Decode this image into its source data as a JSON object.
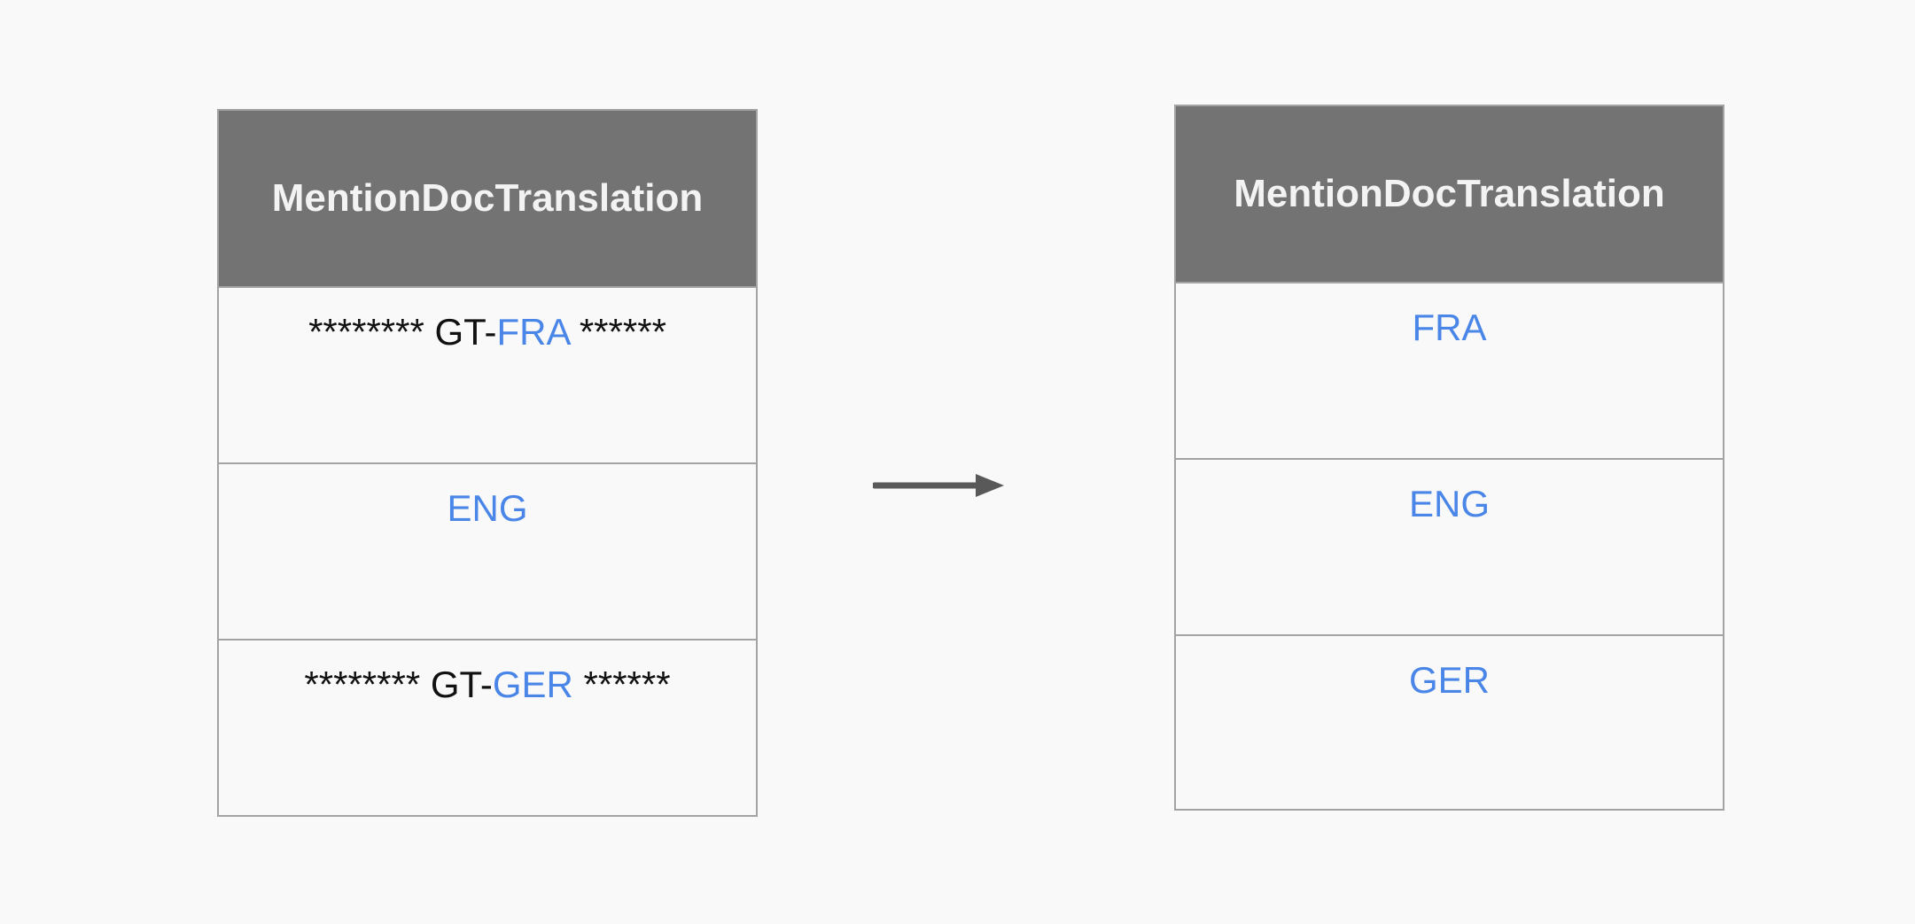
{
  "left_table": {
    "title": "MentionDocTranslation",
    "rows": [
      {
        "prefix": "******** GT-",
        "code": "FRA",
        "suffix": " ******"
      },
      {
        "prefix": "",
        "code": "ENG",
        "suffix": ""
      },
      {
        "prefix": "******** GT-",
        "code": "GER",
        "suffix": " ******"
      }
    ]
  },
  "right_table": {
    "title": "MentionDocTranslation",
    "rows": [
      {
        "code": "FRA"
      },
      {
        "code": "ENG"
      },
      {
        "code": "GER"
      }
    ]
  },
  "colors": {
    "header_bg": "#737373",
    "header_text": "#f3f3f3",
    "code_text": "#4a86e8",
    "border": "#a3a3a3",
    "arrow": "#595959",
    "background": "#f9f9f9"
  }
}
